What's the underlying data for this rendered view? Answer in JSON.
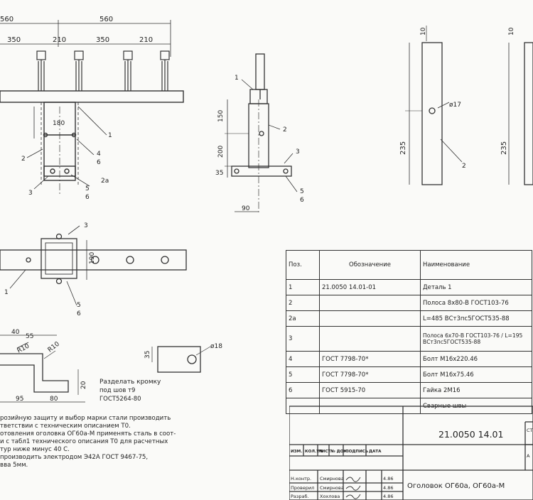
{
  "dims": {
    "d560a": "560",
    "d560b": "560",
    "d350a": "350",
    "d210a": "210",
    "d350b": "350",
    "d210b": "210",
    "d180": "180",
    "d150": "150",
    "d200": "200",
    "d35": "35",
    "d90": "90",
    "d10a": "10",
    "d10b": "10",
    "d235a": "235",
    "d235b": "235",
    "d17": "ø17",
    "d190": "190",
    "d40": "40",
    "d55": "55",
    "r10a": "R10",
    "r10b": "R10",
    "d35b": "35",
    "d18": "ø18",
    "d95": "95",
    "d80": "80",
    "d20": "20"
  },
  "callouts": {
    "c1a": "1",
    "c2a": "2",
    "c3a": "3",
    "c4": "4",
    "c6a": "6",
    "c2aa": "2a",
    "c5a": "5",
    "c6b": "6",
    "c1b": "1",
    "c2b": "2",
    "c3b": "3",
    "c5b": "5",
    "c6c": "6",
    "c2c": "2",
    "c3c": "3",
    "c1c": "1",
    "c5c": "5",
    "c6d": "6"
  },
  "cut_note": [
    "Разделать кромку",
    "под шов т9",
    "ГОСТ5264-80"
  ],
  "notes": [
    "розийную защиту и выбор марки стали производить",
    "тветствии с техническим описанием Т0.",
    "отовления оголовка ОГ60а-М применять сталь в соот-",
    "и с табл1 технического описания Т0 для расчетных",
    "тур ниже минус 40 С.",
    "производить электродом Э42А ГОСТ 9467-75,",
    "вва 5мм."
  ],
  "spec": {
    "headers": {
      "pos": "Поз.",
      "designation": "Обозначение",
      "name": "Наименование"
    },
    "rows": [
      {
        "pos": "1",
        "designation": "21.0050  14.01-01",
        "name": "Деталь 1"
      },
      {
        "pos": "2",
        "designation": "",
        "name": "Полоса 8х80-В ГОСТ103-76"
      },
      {
        "pos": "2а",
        "designation": "",
        "name": "L=485 ВСт3пс5ГОСТ535-88"
      },
      {
        "pos": "3",
        "designation": "",
        "name": "Полоса 6х70-В ГОСТ103-76 / L=195 ВСт3пс5ГОСТ535-88"
      },
      {
        "pos": "4",
        "designation": "ГОСТ 7798-70*",
        "name": "Болт М16х220.46"
      },
      {
        "pos": "5",
        "designation": "ГОСТ 7798-70*",
        "name": "Болт М16х75.46"
      },
      {
        "pos": "6",
        "designation": "ГОСТ 5915-70",
        "name": "Гайка 2М16"
      },
      {
        "pos": "",
        "designation": "",
        "name": "Сварные швы"
      }
    ]
  },
  "stamp": {
    "code": "21.0050  14.01",
    "header_cols": [
      "ИЗМ.",
      "КОЛ.УЧ",
      "ЛИСТ",
      "№ ДОК.",
      "ПОДПИСЬ",
      "ДАТА"
    ],
    "people": [
      {
        "role": "Н.контр.",
        "name": "Смирнова",
        "date": "4.86"
      },
      {
        "role": "Проверил",
        "name": "Смирнова",
        "date": "4.86"
      },
      {
        "role": "Разраб.",
        "name": "Хохлова",
        "date": "4.86"
      }
    ],
    "title": "Оголовок ОГ60а, ОГ60а-М",
    "sta": "СТА",
    "a": "А"
  }
}
